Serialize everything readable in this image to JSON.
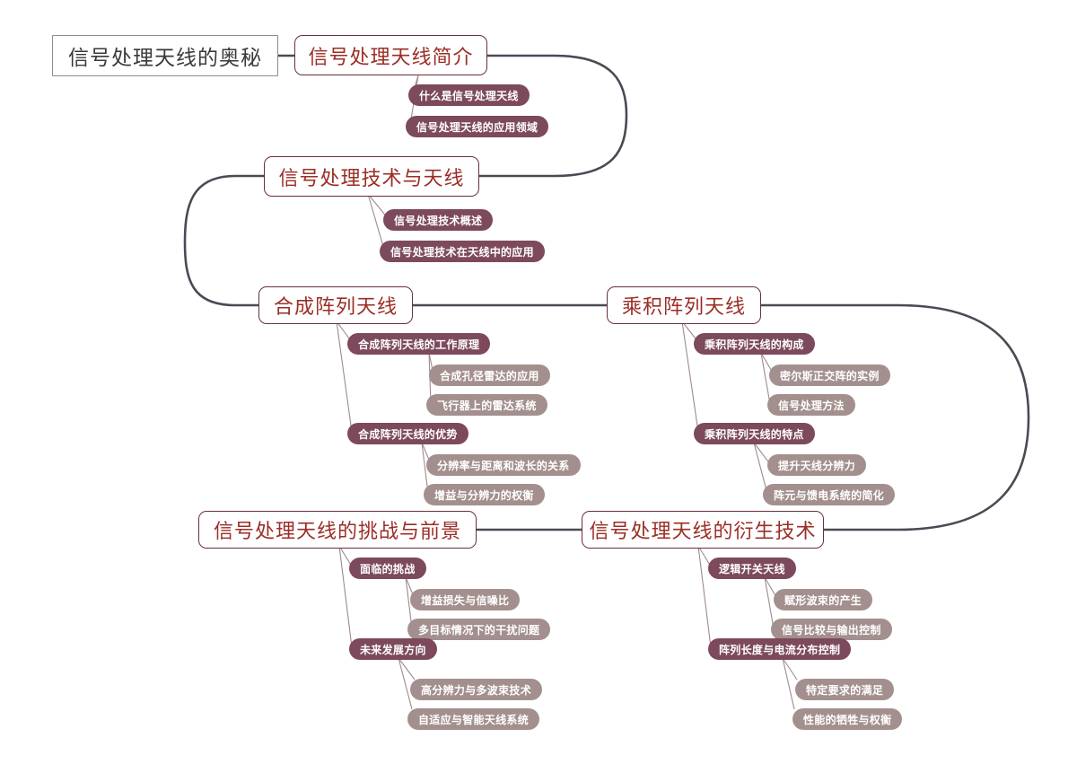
{
  "diagram": {
    "type": "mindmap",
    "root": {
      "label": "信号处理天线的奥秘"
    },
    "branches": [
      {
        "label": "信号处理天线简介",
        "children": [
          {
            "label": "什么是信号处理天线",
            "children": []
          },
          {
            "label": "信号处理天线的应用领域",
            "children": []
          }
        ]
      },
      {
        "label": "信号处理技术与天线",
        "children": [
          {
            "label": "信号处理技术概述",
            "children": []
          },
          {
            "label": "信号处理技术在天线中的应用",
            "children": []
          }
        ]
      },
      {
        "label": "合成阵列天线",
        "children": [
          {
            "label": "合成阵列天线的工作原理",
            "children": [
              {
                "label": "合成孔径雷达的应用"
              },
              {
                "label": "飞行器上的雷达系统"
              }
            ]
          },
          {
            "label": "合成阵列天线的优势",
            "children": [
              {
                "label": "分辨率与距离和波长的关系"
              },
              {
                "label": "增益与分辨力的权衡"
              }
            ]
          }
        ]
      },
      {
        "label": "乘积阵列天线",
        "children": [
          {
            "label": "乘积阵列天线的构成",
            "children": [
              {
                "label": "密尔斯正交阵的实例"
              },
              {
                "label": "信号处理方法"
              }
            ]
          },
          {
            "label": "乘积阵列天线的特点",
            "children": [
              {
                "label": "提升天线分辨力"
              },
              {
                "label": "阵元与馈电系统的简化"
              }
            ]
          }
        ]
      },
      {
        "label": "信号处理天线的挑战与前景",
        "children": [
          {
            "label": "面临的挑战",
            "children": [
              {
                "label": "增益损失与信噪比"
              },
              {
                "label": "多目标情况下的干扰问题"
              }
            ]
          },
          {
            "label": "未来发展方向",
            "children": [
              {
                "label": "高分辨力与多波束技术"
              },
              {
                "label": "自适应与智能天线系统"
              }
            ]
          }
        ]
      },
      {
        "label": "信号处理天线的衍生技术",
        "children": [
          {
            "label": "逻辑开关天线",
            "children": [
              {
                "label": "赋形波束的产生"
              },
              {
                "label": "信号比较与输出控制"
              }
            ]
          },
          {
            "label": "阵列长度与电流分布控制",
            "children": [
              {
                "label": "特定要求的满足"
              },
              {
                "label": "性能的牺牲与权衡"
              }
            ]
          }
        ]
      }
    ],
    "colors": {
      "root_border": "#8c8c8c",
      "root_text": "#3a3a3a",
      "level1_border": "#6b2f3c",
      "level1_text": "#9b2d26",
      "level2_fill": "#7c4a5c",
      "level3_fill": "#a3908e",
      "spine_stroke": "#4a4a55",
      "twig_stroke": "#9d8a92",
      "background": "#ffffff"
    }
  }
}
